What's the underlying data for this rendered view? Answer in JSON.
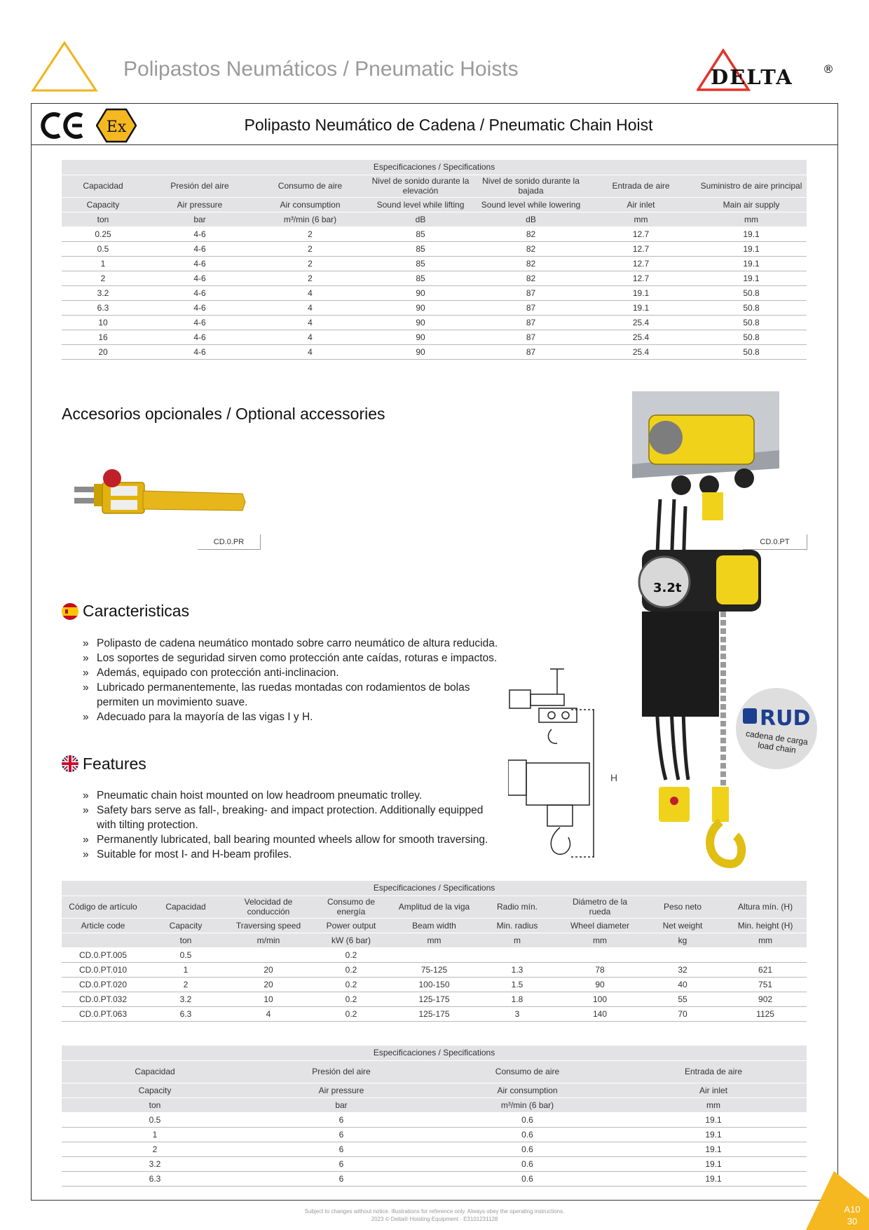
{
  "header": {
    "title": "Polipastos Neumáticos / Pneumatic Hoists",
    "logo_text": "DELTA",
    "logo_mark": "®"
  },
  "frame": {
    "title": "Polipasto Neumático de Cadena / Pneumatic Chain Hoist",
    "ce_mark": "CE",
    "ex_mark": "Ex"
  },
  "table1": {
    "caption": "Especificaciones / Specifications",
    "headers_es": [
      "Capacidad",
      "Presión del aire",
      "Consumo de aire",
      "Nivel de sonido durante la elevación",
      "Nivel de sonido durante la bajada",
      "Entrada de aire",
      "Suministro de aire principal"
    ],
    "headers_en": [
      "Capacity",
      "Air pressure",
      "Air consumption",
      "Sound level while lifting",
      "Sound level while lowering",
      "Air inlet",
      "Main air supply"
    ],
    "units": [
      "ton",
      "bar",
      "m³/min (6 bar)",
      "dB",
      "dB",
      "mm",
      "mm"
    ],
    "rows": [
      [
        "0.25",
        "4-6",
        "2",
        "85",
        "82",
        "12.7",
        "19.1"
      ],
      [
        "0.5",
        "4-6",
        "2",
        "85",
        "82",
        "12.7",
        "19.1"
      ],
      [
        "1",
        "4-6",
        "2",
        "85",
        "82",
        "12.7",
        "19.1"
      ],
      [
        "2",
        "4-6",
        "2",
        "85",
        "82",
        "12.7",
        "19.1"
      ],
      [
        "3.2",
        "4-6",
        "4",
        "90",
        "87",
        "19.1",
        "50.8"
      ],
      [
        "6.3",
        "4-6",
        "4",
        "90",
        "87",
        "19.1",
        "50.8"
      ],
      [
        "10",
        "4-6",
        "4",
        "90",
        "87",
        "25.4",
        "50.8"
      ],
      [
        "16",
        "4-6",
        "4",
        "90",
        "87",
        "25.4",
        "50.8"
      ],
      [
        "20",
        "4-6",
        "4",
        "90",
        "87",
        "25.4",
        "50.8"
      ]
    ]
  },
  "accessories": {
    "title": "Accesorios opcionales / Optional accessories",
    "label_pr": "CD.0.PR",
    "label_pt": "CD.0.PT"
  },
  "caracteristicas": {
    "title": "Caracteristicas",
    "items": [
      "Polipasto de cadena neumático montado sobre carro neumático de altura reducida.",
      "Los soportes de seguridad sirven como protección ante caídas, roturas e impactos.",
      "Además, equipado con protección anti-inclinacion.",
      "Lubricado permanentemente, las ruedas montadas con rodamientos de bolas permiten un movimiento suave.",
      "Adecuado para la mayoría de las vigas I y H."
    ]
  },
  "features": {
    "title": "Features",
    "items": [
      "Pneumatic chain hoist mounted on low headroom pneumatic trolley.",
      "Safety bars serve as fall-, breaking- and impact protection. Additionally equipped with tilting protection.",
      "Permanently lubricated, ball bearing mounted wheels allow for smooth traversing.",
      "Suitable for most I- and H-beam profiles."
    ]
  },
  "diagram": {
    "dimension_label": "H"
  },
  "rud": {
    "brand": "RUD",
    "line1": "cadena de carga",
    "line2": "load chain"
  },
  "hoist_photo": {
    "display_text": "3.2t"
  },
  "table2": {
    "caption": "Especificaciones / Specifications",
    "headers_es": [
      "Código de artículo",
      "Capacidad",
      "Velocidad de conducción",
      "Consumo de energía",
      "Amplitud de la viga",
      "Radio mín.",
      "Diámetro de la rueda",
      "Peso neto",
      "Altura mín. (H)"
    ],
    "headers_en": [
      "Article code",
      "Capacity",
      "Traversing speed",
      "Power output",
      "Beam width",
      "Min. radius",
      "Wheel diameter",
      "Net weight",
      "Min. height (H)"
    ],
    "units": [
      "",
      "ton",
      "m/min",
      "kW (6 bar)",
      "mm",
      "m",
      "mm",
      "kg",
      "mm"
    ],
    "rows": [
      [
        "CD.0.PT.005",
        "0.5",
        "",
        "0.2",
        "",
        "",
        "",
        "",
        ""
      ],
      [
        "CD.0.PT.010",
        "1",
        "20",
        "0.2",
        "75-125",
        "1.3",
        "78",
        "32",
        "621"
      ],
      [
        "CD.0.PT.020",
        "2",
        "20",
        "0.2",
        "100-150",
        "1.5",
        "90",
        "40",
        "751"
      ],
      [
        "CD.0.PT.032",
        "3.2",
        "10",
        "0.2",
        "125-175",
        "1.8",
        "100",
        "55",
        "902"
      ],
      [
        "CD.0.PT.063",
        "6.3",
        "4",
        "0.2",
        "125-175",
        "3",
        "140",
        "70",
        "1125"
      ]
    ]
  },
  "table3": {
    "caption": "Especificaciones / Specifications",
    "headers_es": [
      "Capacidad",
      "Presión del aire",
      "Consumo de aire",
      "Entrada de aire"
    ],
    "headers_en": [
      "Capacity",
      "Air pressure",
      "Air consumption",
      "Air inlet"
    ],
    "units": [
      "ton",
      "bar",
      "m³/min (6 bar)",
      "mm"
    ],
    "rows": [
      [
        "0.5",
        "6",
        "0.6",
        "19.1"
      ],
      [
        "1",
        "6",
        "0.6",
        "19.1"
      ],
      [
        "2",
        "6",
        "0.6",
        "19.1"
      ],
      [
        "3.2",
        "6",
        "0.6",
        "19.1"
      ],
      [
        "6.3",
        "6",
        "0.6",
        "19.1"
      ]
    ]
  },
  "footer": {
    "line1": "Subject to changes without notice. Illustrations for reference only. Always obey the operating instructions.",
    "line2": "2023 © Delta® Hoisting Equipment · E3101231128"
  },
  "page": {
    "section": "A10",
    "number": "30"
  },
  "colors": {
    "accent_yellow": "#f5c400",
    "triangle_outline": "#f0b41c",
    "logo_red": "#e5332a",
    "table_header_bg": "#e3e3e5",
    "corner": "#f5b820"
  }
}
